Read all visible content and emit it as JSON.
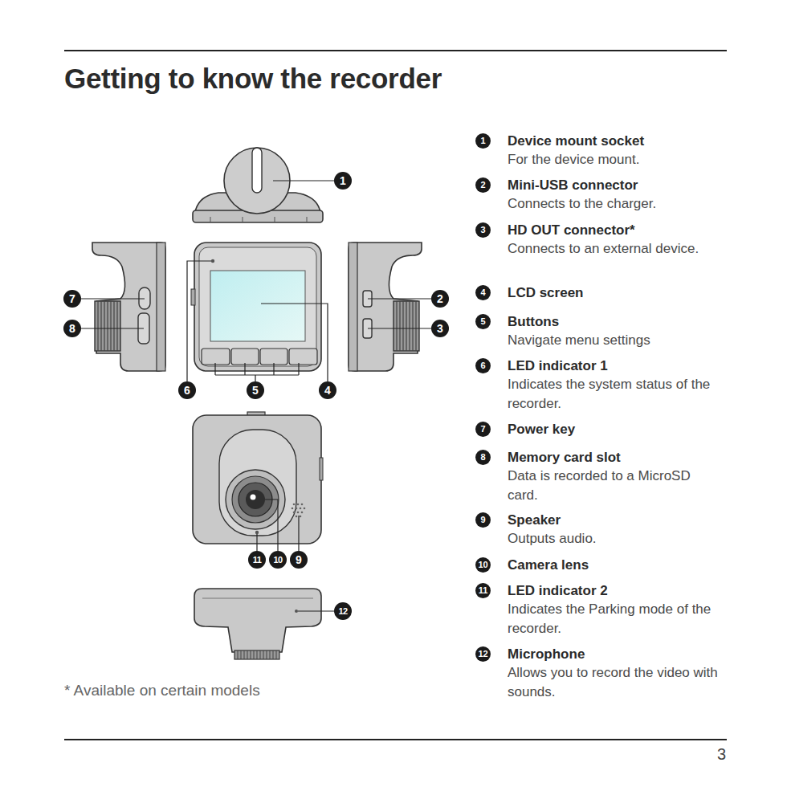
{
  "diagram": {
    "title": "Getting to know the recorder",
    "labels": [
      "1",
      "7",
      "8",
      "2",
      "3",
      "6",
      "5",
      "4",
      "11",
      "10",
      "9",
      "12",
      "1",
      "Device mount socket",
      "For the device mount.",
      "2",
      "Mini-USB connector",
      "Connects to the charger.",
      "3",
      "HD OUT connector*",
      "Connects to an external device.",
      "4",
      "LCD screen",
      "5",
      "Buttons",
      "Navigate menu settings",
      "6",
      "LED indicator 1",
      "Indicates the system status of the recorder.",
      "7",
      "Power key",
      "8",
      "Memory card slot",
      "Data is recorded to a MicroSD card.",
      "9",
      "Speaker",
      "Outputs audio.",
      "10",
      "Camera lens",
      "11",
      "LED indicator 2",
      "Indicates the Parking mode of the recorder.",
      "12",
      "Microphone",
      "Allows you to record the video with sounds.",
      "* Available on certain models",
      "3"
    ]
  }
}
